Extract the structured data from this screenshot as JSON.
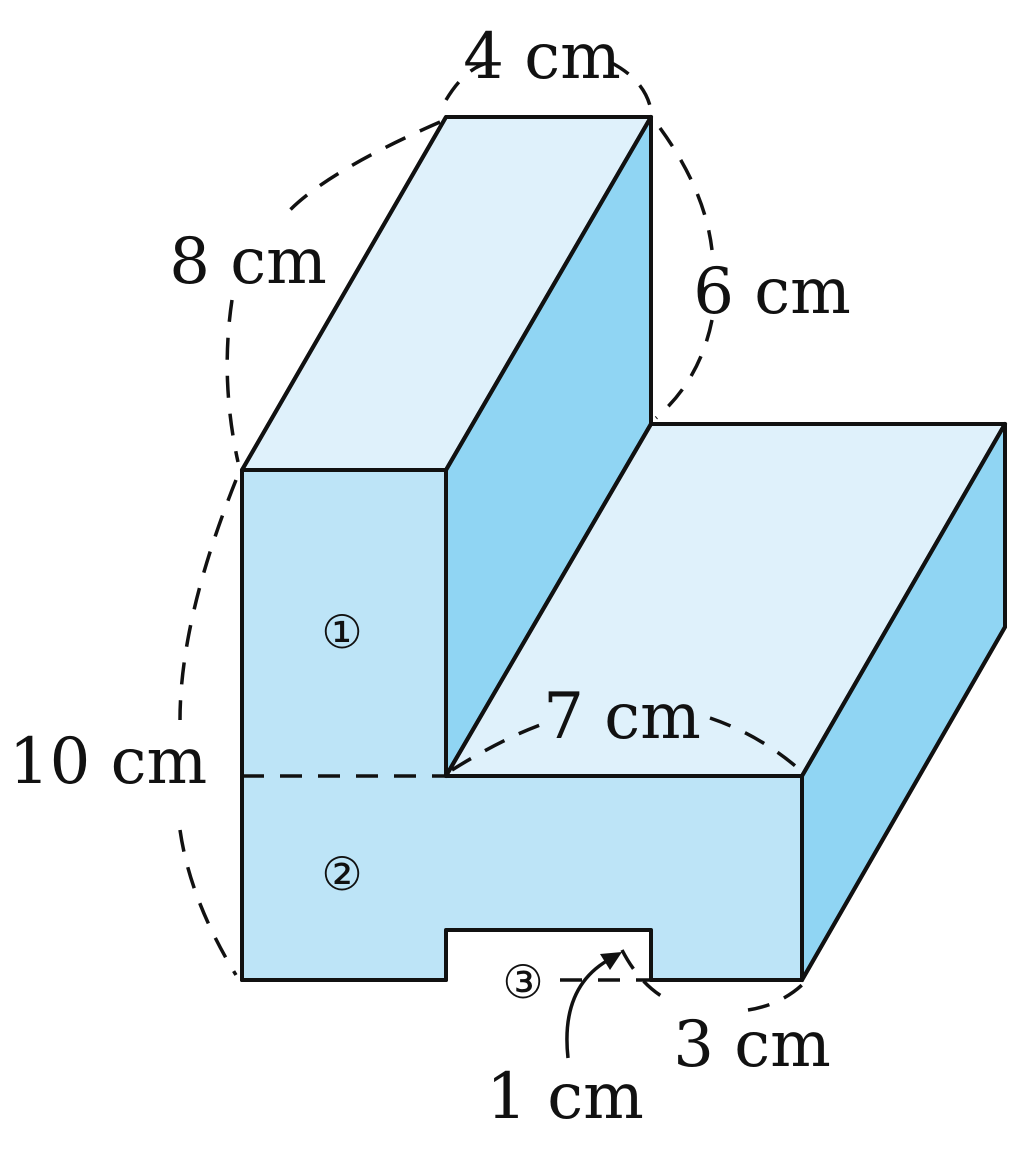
{
  "colors": {
    "top_face": "#dff1fb",
    "side_face": "#90d5f3",
    "front_face": "#bde4f7",
    "stroke": "#111111",
    "background": "#ffffff"
  },
  "labels": {
    "top_width": "4 cm",
    "slant_left": "8 cm",
    "right_height": "6 cm",
    "total_height": "10 cm",
    "step_width": "7 cm",
    "notch_width": "3 cm",
    "notch_height": "1 cm"
  },
  "regions": {
    "r1": "①",
    "r2": "②",
    "r3": "③"
  }
}
